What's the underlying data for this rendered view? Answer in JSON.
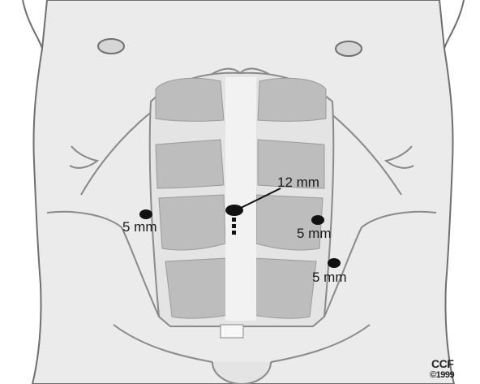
{
  "labels": {
    "umbilical_port": "12 mm",
    "left_port": "5 mm",
    "right_upper_port": "5 mm",
    "right_lower_port": "5 mm"
  },
  "credit": {
    "org": "CCF",
    "year": "©1999"
  },
  "colors": {
    "skin": "#ebebeb",
    "outline": "#6f6f6f",
    "muscle": "#bdbdbd",
    "port": "#111111"
  }
}
